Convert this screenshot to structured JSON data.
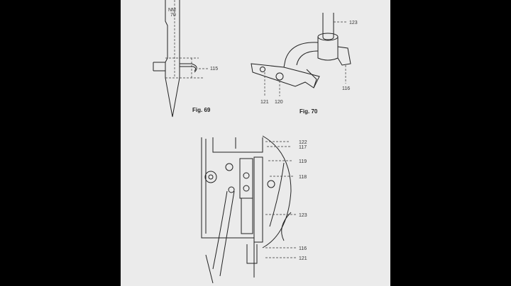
{
  "fig69": {
    "caption": "Fig. 69",
    "needle_label_1": "NM",
    "needle_label_2": "70",
    "callouts": [
      "115"
    ]
  },
  "fig70": {
    "caption": "Fig. 70",
    "callouts": [
      "123",
      "116",
      "121",
      "120"
    ]
  },
  "fig71": {
    "callouts": [
      "122",
      "117",
      "119",
      "118",
      "123",
      "116",
      "121"
    ]
  }
}
